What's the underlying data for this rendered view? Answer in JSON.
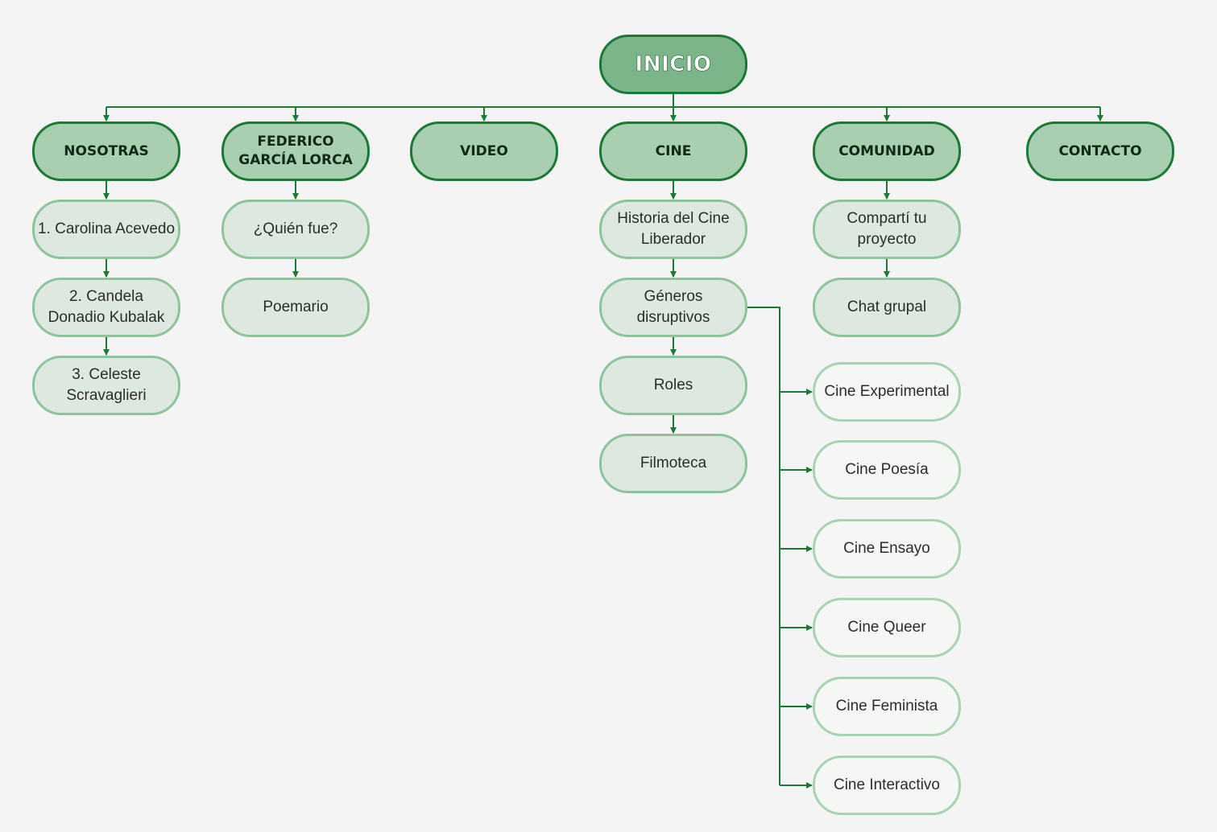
{
  "colors": {
    "background": "#f4f4f4",
    "connector": "#1a7a35",
    "root_fill": "#7db58b",
    "level1_fill": "#a9cfb1",
    "level2_fill": "#dde9e0",
    "level3_fill": "#f5f7f5"
  },
  "root": {
    "label": "INICIO"
  },
  "sections": [
    {
      "label": "NOSOTRAS",
      "children": [
        "1. Carolina Acevedo",
        "2. Candela\nDonadio Kubalak",
        "3. Celeste\nScravaglieri"
      ]
    },
    {
      "label": "FEDERICO\nGARCÍA LORCA",
      "children": [
        "¿Quién fue?",
        "Poemario"
      ]
    },
    {
      "label": "VIDEO",
      "children": []
    },
    {
      "label": "CINE",
      "children": [
        "Historia del Cine\nLiberador",
        "Géneros\ndisruptivos",
        "Roles",
        "Filmoteca"
      ]
    },
    {
      "label": "COMUNIDAD",
      "children": [
        "Compartí tu\nproyecto",
        "Chat grupal"
      ]
    },
    {
      "label": "CONTACTO",
      "children": []
    }
  ],
  "generos": [
    "Cine Experimental",
    "Cine Poesía",
    "Cine Ensayo",
    "Cine Queer",
    "Cine Feminista",
    "Cine Interactivo"
  ]
}
